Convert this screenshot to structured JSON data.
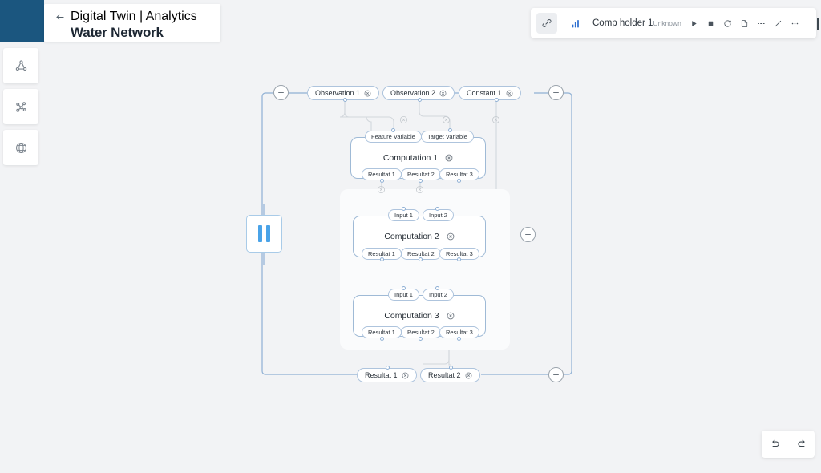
{
  "header": {
    "breadcrumb": "Digital Twin | Analytics",
    "title": "Water Network",
    "back_icon": "arrow-left-icon",
    "logo_color": "#1b567f"
  },
  "sidebar": {
    "items": [
      {
        "icon": "network-nodes-icon",
        "label": "Network"
      },
      {
        "icon": "graph-cluster-icon",
        "label": "Graph"
      },
      {
        "icon": "globe-icon",
        "label": "Globe"
      }
    ]
  },
  "toolbar": {
    "link_icon": "link-icon",
    "chart_icon": "scatter-chart-icon",
    "name": "Comp holder 1",
    "status": "Unknown",
    "actions": [
      {
        "icon": "play-icon",
        "label": "Run"
      },
      {
        "icon": "stop-icon",
        "label": "Stop"
      },
      {
        "icon": "refresh-icon",
        "label": "Refresh"
      },
      {
        "icon": "file-icon",
        "label": "Document"
      },
      {
        "icon": "dashed-line-icon",
        "label": "Connection"
      },
      {
        "icon": "pencil-icon",
        "label": "Edit"
      },
      {
        "icon": "ellipsis-icon",
        "label": "More"
      }
    ],
    "pause_icon": "pause-icon",
    "accent_color": "#2f6fd0"
  },
  "graph": {
    "inputs_row": [
      {
        "label": "Observation 1",
        "close_icon": "close-circle-icon"
      },
      {
        "label": "Observation 2",
        "close_icon": "close-circle-icon"
      },
      {
        "label": "Constant 1",
        "close_icon": "close-circle-icon"
      }
    ],
    "computations": [
      {
        "title": "Computation 1",
        "close_icon": "close-circle-icon",
        "inputs": [
          "Feature Variable",
          "Target Variable"
        ],
        "outputs": [
          "Resultat 1",
          "Resultat 2",
          "Resultat 3"
        ]
      },
      {
        "title": "Computation 2",
        "close_icon": "close-circle-icon",
        "inputs": [
          "Input 1",
          "Input 2"
        ],
        "outputs": [
          "Resultat 1",
          "Resultat 2",
          "Resultat 3"
        ]
      },
      {
        "title": "Computation 3",
        "close_icon": "close-circle-icon",
        "inputs": [
          "Input 1",
          "Input 2"
        ],
        "outputs": [
          "Resultat 1",
          "Resultat 2",
          "Resultat 3"
        ]
      }
    ],
    "outputs_row": [
      {
        "label": "Resultat 1",
        "close_icon": "close-circle-icon"
      },
      {
        "label": "Resultat 2",
        "close_icon": "close-circle-icon"
      }
    ],
    "add_buttons": [
      {
        "icon": "plus-icon",
        "position": "top-left"
      },
      {
        "icon": "plus-icon",
        "position": "top-right"
      },
      {
        "icon": "plus-icon",
        "position": "middle-right"
      },
      {
        "icon": "plus-icon",
        "position": "bottom-right"
      }
    ],
    "pause_node_icon": "pause-icon",
    "edge_color": "#8fb0d4",
    "node_border_color": "#aec4dd"
  },
  "history": {
    "undo_icon": "undo-icon",
    "redo_icon": "redo-icon"
  }
}
